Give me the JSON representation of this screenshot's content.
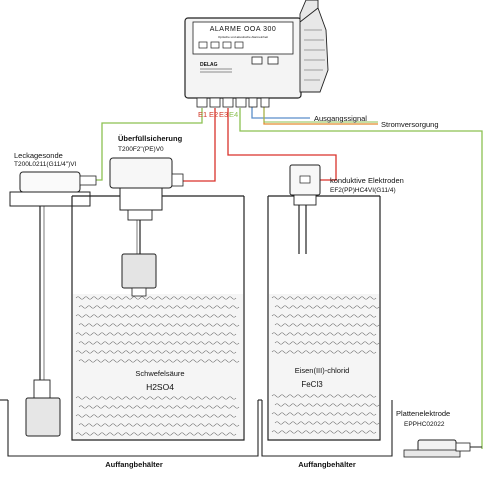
{
  "alarm_unit": {
    "title": "ALARME OOA 300",
    "subtitle": "Optische und akustische Alarmeinheit",
    "brand": "DELAG",
    "terminals": [
      "E1",
      "E2",
      "E3",
      "E4"
    ]
  },
  "labels": {
    "output_signal": "Ausgangssignal",
    "power_supply": "Stromversorgung",
    "leak_probe_title": "Leckagesonde",
    "leak_probe_model": "T200L0211(G11/4\")VI",
    "overfill_title": "Überfüllsicherung",
    "overfill_model": "T200F2\"(PE)V0",
    "conductive_title": "konduktive Elektroden",
    "conductive_model": "EF2(PP)HC4VI(G11/4)",
    "plate_title": "Plattenelektrode",
    "plate_model": "EPPHC02022"
  },
  "tanks": {
    "left_name": "Schwefelsäure",
    "left_formula": "H2SO4",
    "right_name": "Eisen(III)-chlorid",
    "right_formula": "FeCl3"
  },
  "basins": {
    "left": "Auffangbehälter",
    "right": "Auffangbehälter"
  },
  "colors": {
    "green_wire": "#8cc152",
    "red_wire": "#d9322b",
    "blue_wire": "#5b8ec9",
    "orange_wire": "#e38a2f",
    "terminal_text": "#d23a2a",
    "outline": "#222222"
  }
}
